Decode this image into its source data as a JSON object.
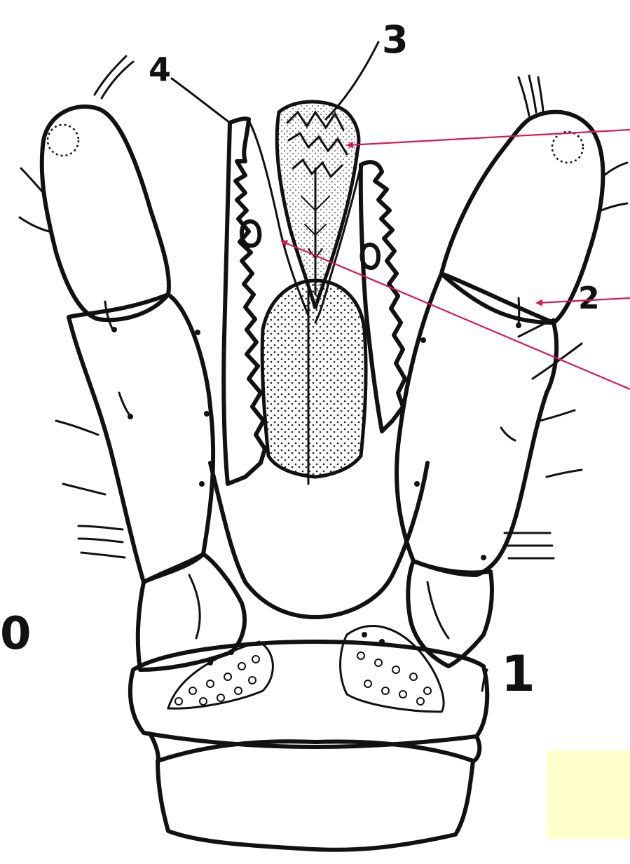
{
  "labels": {
    "one": "1",
    "two": "2",
    "three": "3",
    "four": "4",
    "edge": "0"
  },
  "colors": {
    "ink": "#111111",
    "arrow": "#d6175e",
    "note_box": "#ffffcc",
    "background": "#ffffff"
  }
}
